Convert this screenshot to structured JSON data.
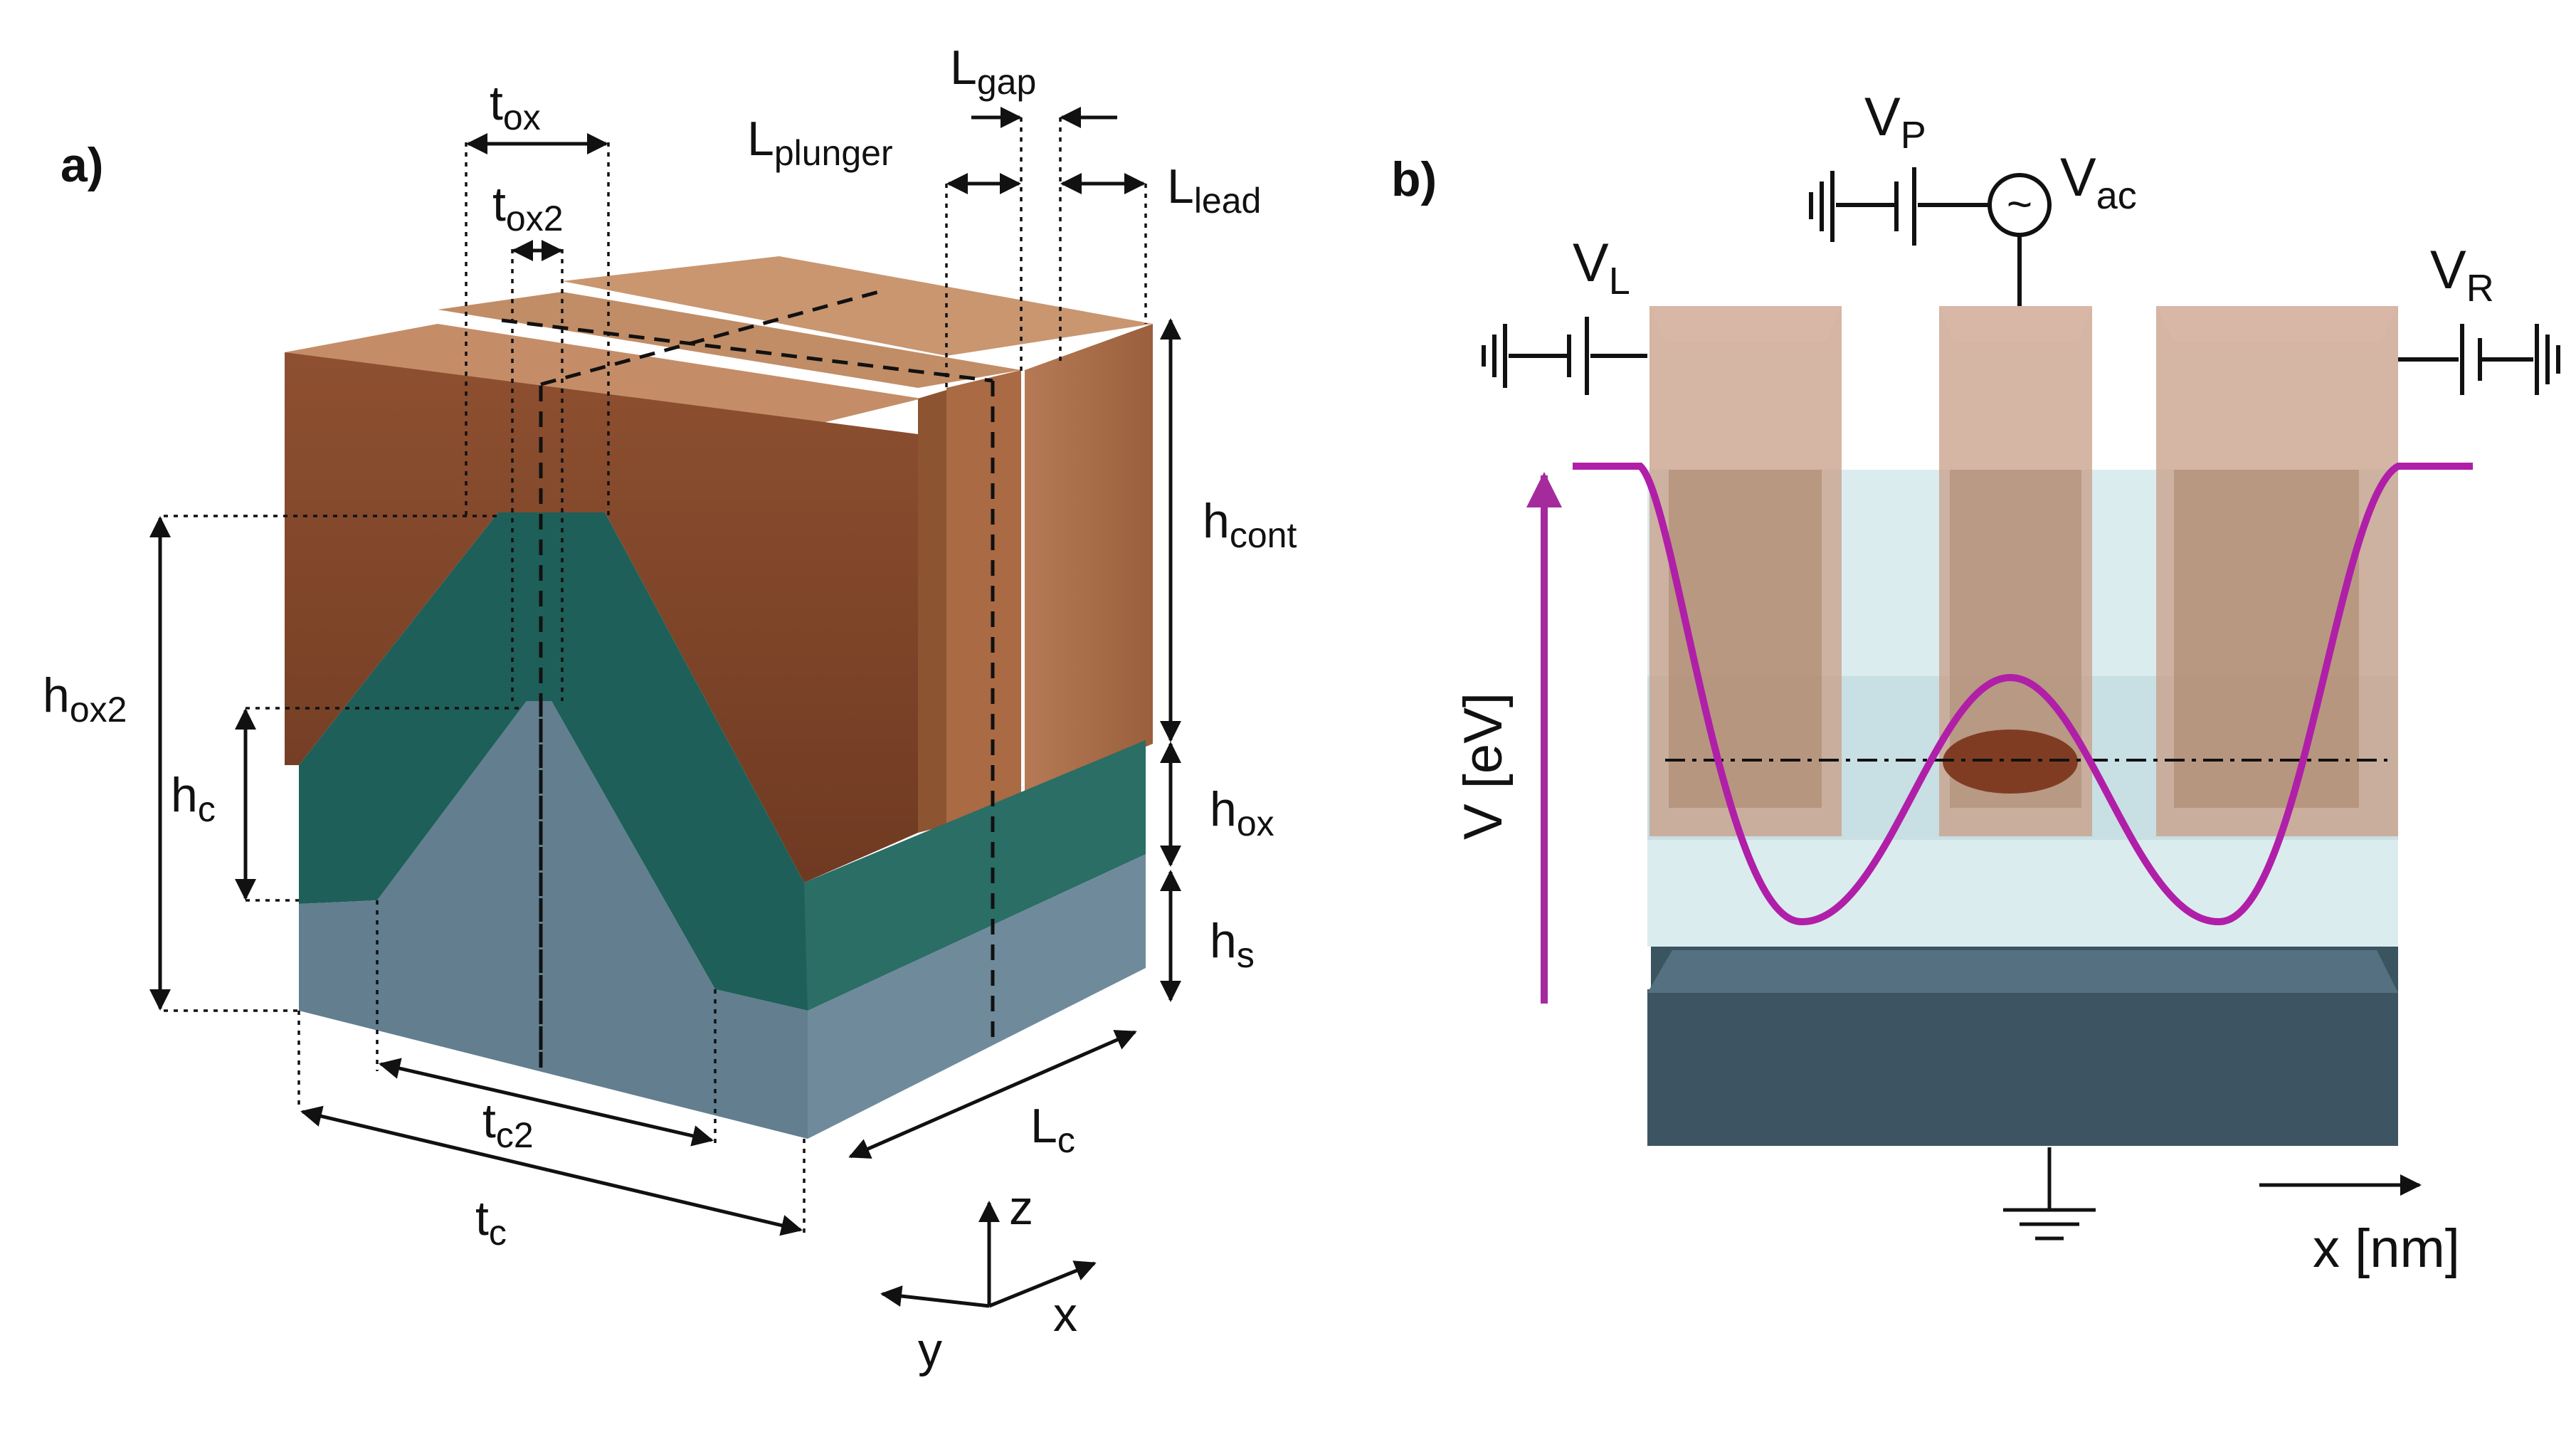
{
  "panel_a": {
    "label": "a)",
    "dims": {
      "t_ox": {
        "main": "t",
        "sub": "ox"
      },
      "t_ox2": {
        "main": "t",
        "sub": "ox2"
      },
      "L_plunger": {
        "main": "L",
        "sub": "plunger"
      },
      "L_gap": {
        "main": "L",
        "sub": "gap"
      },
      "L_lead": {
        "main": "L",
        "sub": "lead"
      },
      "h_cont": {
        "main": "h",
        "sub": "cont"
      },
      "h_ox": {
        "main": "h",
        "sub": "ox"
      },
      "h_s": {
        "main": "h",
        "sub": "s"
      },
      "h_ox2": {
        "main": "h",
        "sub": "ox2"
      },
      "h_c": {
        "main": "h",
        "sub": "c"
      },
      "t_c2": {
        "main": "t",
        "sub": "c2"
      },
      "t_c": {
        "main": "t",
        "sub": "c"
      },
      "L_c": {
        "main": "L",
        "sub": "c"
      }
    },
    "axes": {
      "z": "z",
      "x": "x",
      "y": "y"
    }
  },
  "panel_b": {
    "label": "b)",
    "gates": {
      "V_P": {
        "main": "V",
        "sub": "P"
      },
      "V_ac": {
        "main": "V",
        "sub": "ac"
      },
      "V_L": {
        "main": "V",
        "sub": "L"
      },
      "V_R": {
        "main": "V",
        "sub": "R"
      }
    },
    "ac_symbol": "~",
    "y_label": "V [eV]",
    "x_label": "x [nm]"
  },
  "colors": {
    "contact": "#9a5a36",
    "oxide": "#1d5e58",
    "substrate": "#627e8f",
    "potential": "#b01fa8",
    "arrow": "#a52b9d"
  }
}
